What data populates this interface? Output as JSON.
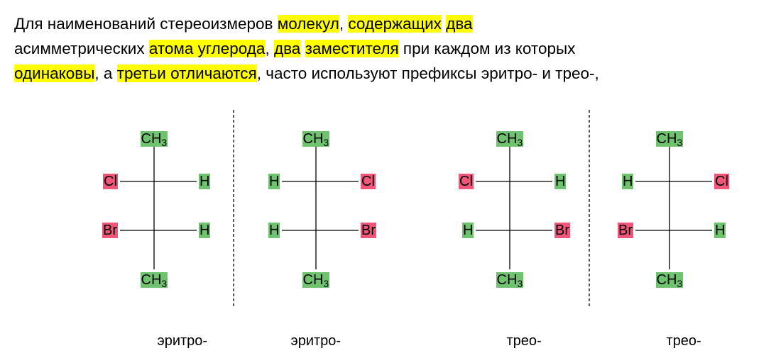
{
  "intro": {
    "line1": [
      {
        "text": "Для наименований стереоизмеров ",
        "hl": false
      },
      {
        "text": "молекул",
        "hl": true
      },
      {
        "text": ", ",
        "hl": false
      },
      {
        "text": "содержащих",
        "hl": true
      },
      {
        "text": " ",
        "hl": false
      },
      {
        "text": "два",
        "hl": true
      }
    ],
    "line2": [
      {
        "text": "асимметрических ",
        "hl": false
      },
      {
        "text": "атома углерода",
        "hl": true
      },
      {
        "text": ", ",
        "hl": false
      },
      {
        "text": "два",
        "hl": true
      },
      {
        "text": " ",
        "hl": false
      },
      {
        "text": "заместителя",
        "hl": true
      },
      {
        "text": " при каждом из которых",
        "hl": false
      }
    ],
    "line3": [
      {
        "text": "одинаковы",
        "hl": true
      },
      {
        "text": ", а ",
        "hl": false
      },
      {
        "text": "третьи отличаются",
        "hl": true
      },
      {
        "text": ", часто используют префиксы эритро- и трео-,",
        "hl": false
      }
    ]
  },
  "colors": {
    "highlight": "#ffff00",
    "substituent_same": "#6fc36f",
    "substituent_diff": "#f0567a"
  },
  "molecules": [
    {
      "name": "erythro-1",
      "top": "CH3",
      "c1_left": "Cl",
      "c1_right": "H",
      "c2_left": "Br",
      "c2_right": "H",
      "bottom": "CH3",
      "caption": "эритро-"
    },
    {
      "name": "erythro-2",
      "top": "CH3",
      "c1_left": "H",
      "c1_right": "Cl",
      "c2_left": "H",
      "c2_right": "Br",
      "bottom": "CH3",
      "caption": "эритро-"
    },
    {
      "name": "threo-1",
      "top": "CH3",
      "c1_left": "Cl",
      "c1_right": "H",
      "c2_left": "H",
      "c2_right": "Br",
      "bottom": "CH3",
      "caption": "трео-"
    },
    {
      "name": "threo-2",
      "top": "CH3",
      "c1_left": "H",
      "c1_right": "Cl",
      "c2_left": "Br",
      "c2_right": "H",
      "bottom": "CH3",
      "caption": "трео-"
    }
  ]
}
